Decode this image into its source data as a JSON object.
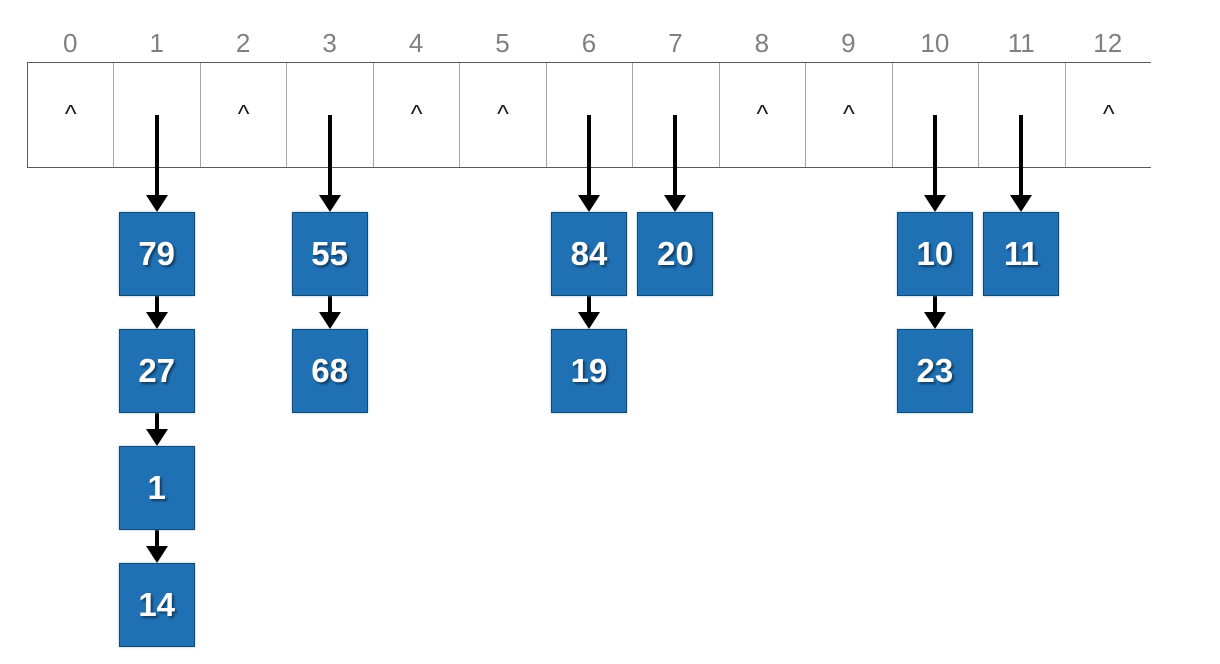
{
  "diagram": {
    "title": "hash-table-separate-chaining",
    "null_symbol": "^",
    "colors": {
      "node_fill": "#2070b4",
      "node_border": "#16496f",
      "node_text": "#ffffff",
      "index_label": "#808080",
      "table_border": "#595959",
      "cell_divider": "#a6a6a6",
      "arrow": "#000000",
      "background": "#ffffff"
    },
    "indices": [
      "0",
      "1",
      "2",
      "3",
      "4",
      "5",
      "6",
      "7",
      "8",
      "9",
      "10",
      "11",
      "12"
    ],
    "buckets": [
      {
        "index": "0",
        "empty": true,
        "chain": []
      },
      {
        "index": "1",
        "empty": false,
        "chain": [
          "79",
          "27",
          "1",
          "14"
        ]
      },
      {
        "index": "2",
        "empty": true,
        "chain": []
      },
      {
        "index": "3",
        "empty": false,
        "chain": [
          "55",
          "68"
        ]
      },
      {
        "index": "4",
        "empty": true,
        "chain": []
      },
      {
        "index": "5",
        "empty": true,
        "chain": []
      },
      {
        "index": "6",
        "empty": false,
        "chain": [
          "84",
          "19"
        ]
      },
      {
        "index": "7",
        "empty": false,
        "chain": [
          "20"
        ]
      },
      {
        "index": "8",
        "empty": true,
        "chain": []
      },
      {
        "index": "9",
        "empty": true,
        "chain": []
      },
      {
        "index": "10",
        "empty": false,
        "chain": [
          "10",
          "23"
        ]
      },
      {
        "index": "11",
        "empty": false,
        "chain": [
          "11"
        ]
      },
      {
        "index": "12",
        "empty": true,
        "chain": []
      }
    ]
  }
}
